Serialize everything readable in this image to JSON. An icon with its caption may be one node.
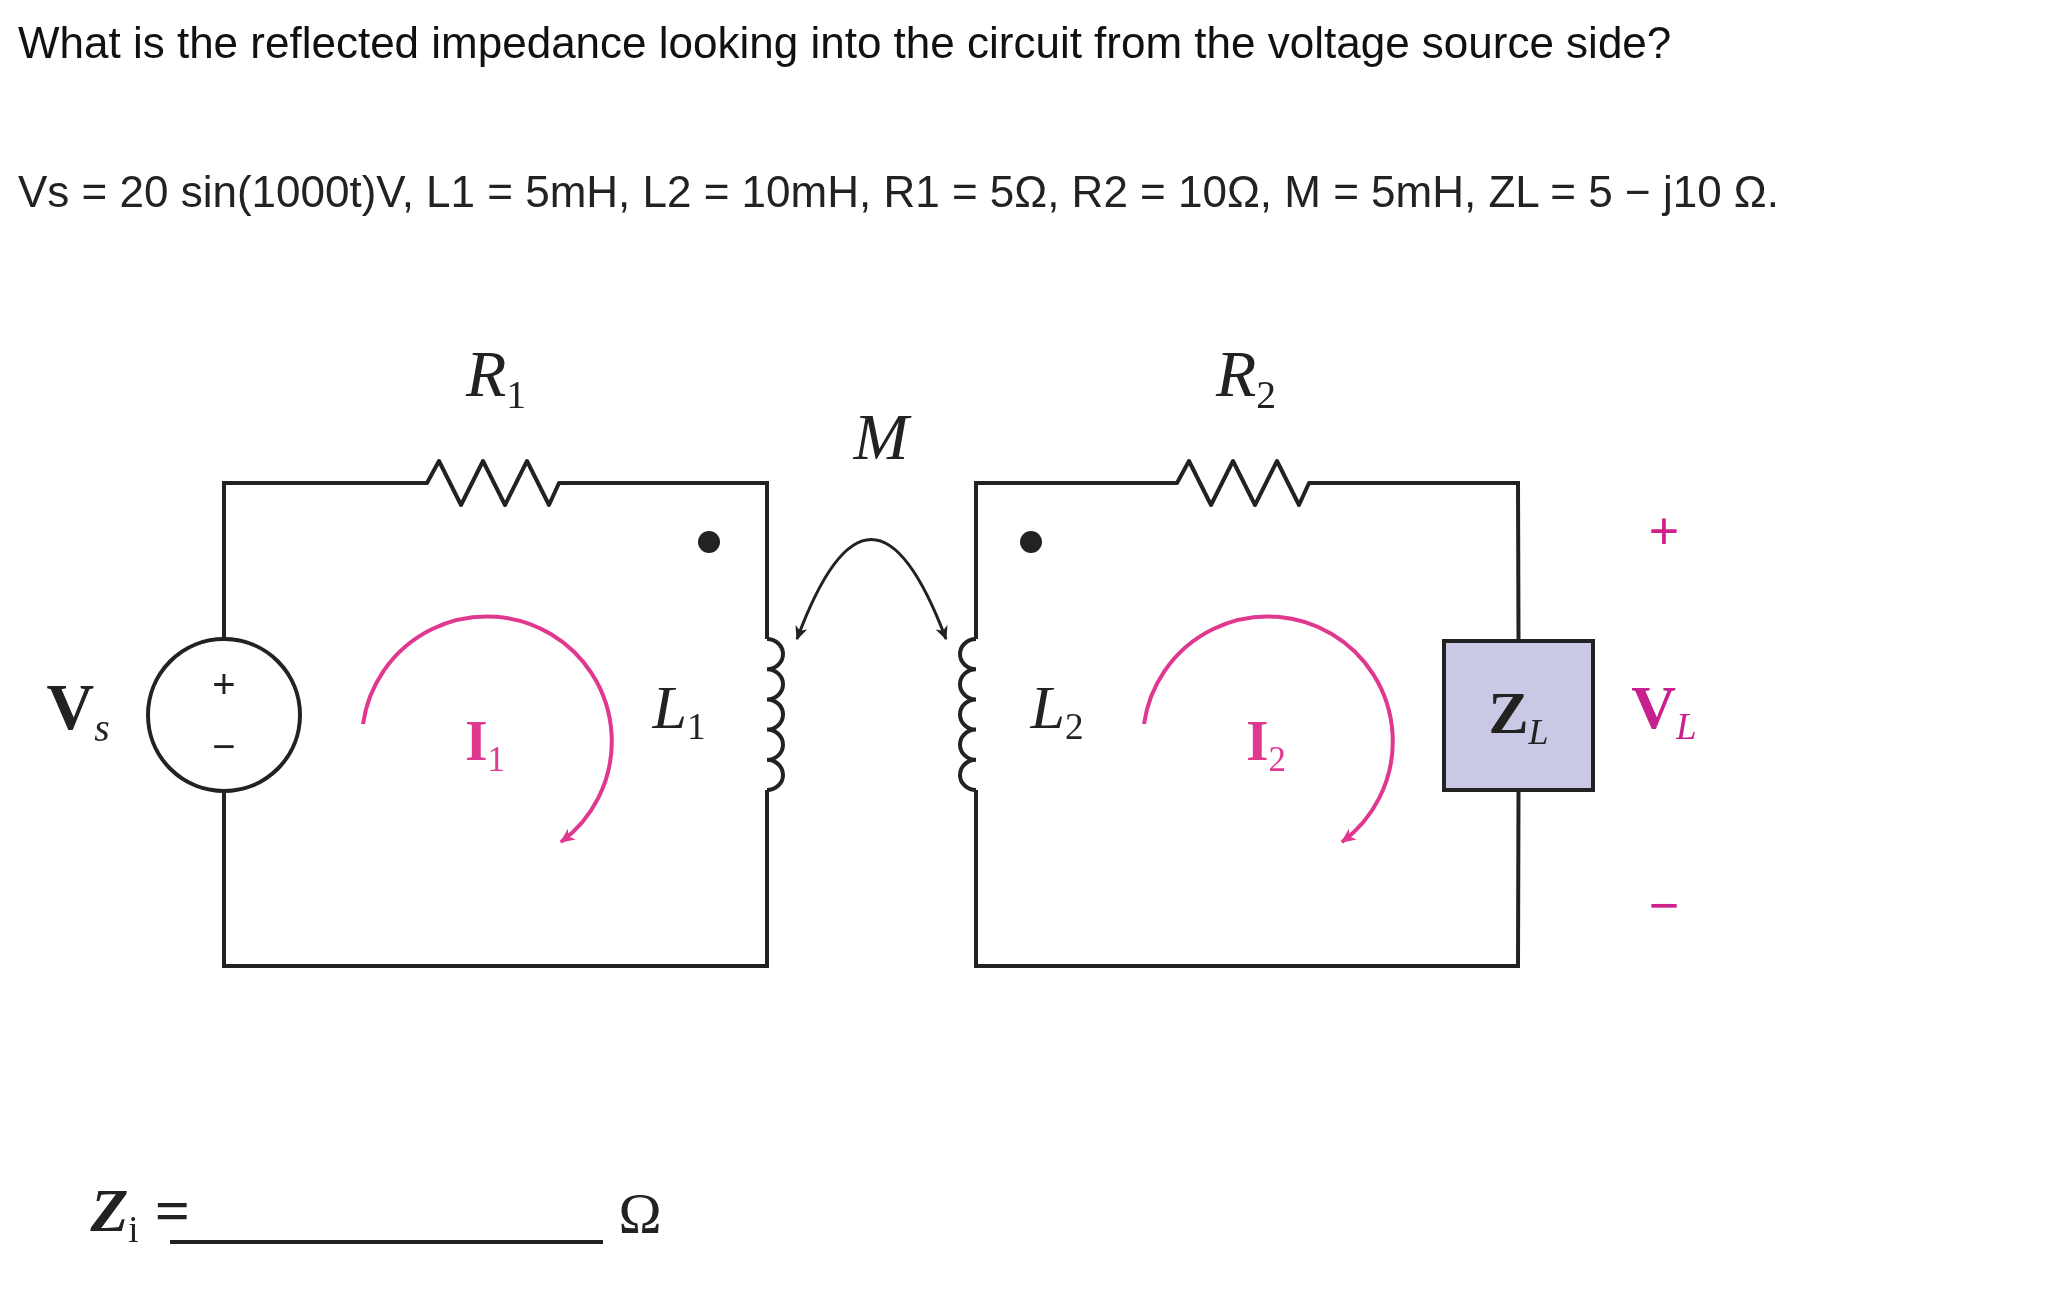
{
  "diagram": {
    "title": "What is the reflected impedance looking into the circuit from the voltage source side?",
    "nodes": [
      {
        "text": [
          "+",
          "−"
        ],
        "beside": [
          "V$_{s}$"
        ]
      },
      {
        "text": [],
        "shape": "resistor",
        "beside": [
          "R$_{1}$"
        ]
      },
      {
        "text": [],
        "shape": "coil",
        "beside": [
          "L$_{1}$"
        ]
      },
      {
        "text": [],
        "shape": "coil",
        "beside": [
          "L$_{2}$"
        ]
      },
      {
        "text": [],
        "shape": "resistor",
        "beside": [
          "R$_{2}$"
        ]
      },
      {
        "text": [
          "Z$_{L}$"
        ]
      }
    ],
    "edges": [
      {
        "from": 0,
        "to": 1,
        "arrow": "none"
      },
      {
        "from": 1,
        "to": 2,
        "arrow": "none"
      },
      {
        "from": 2,
        "to": 0,
        "arrow": "none"
      },
      {
        "from": 3,
        "to": 4,
        "arrow": "none"
      },
      {
        "from": 4,
        "to": 5,
        "arrow": "none"
      },
      {
        "from": 5,
        "to": 3,
        "arrow": "none"
      },
      {
        "from": 2,
        "to": 3,
        "arrow": "both",
        "label": "M"
      }
    ],
    "labels": [
      "Vs = 20 sin(1000t)V, L1 = 5mH, L2 = 10mH, R1 = 5Ω, R2 = 10Ω, M = 5mH, ZL = 5 − j10 Ω.",
      "I$_{1}$",
      "I$_{2}$",
      "+",
      "V$_{L}$",
      "−",
      "Z$_{i}$ =",
      "Ω"
    ]
  }
}
